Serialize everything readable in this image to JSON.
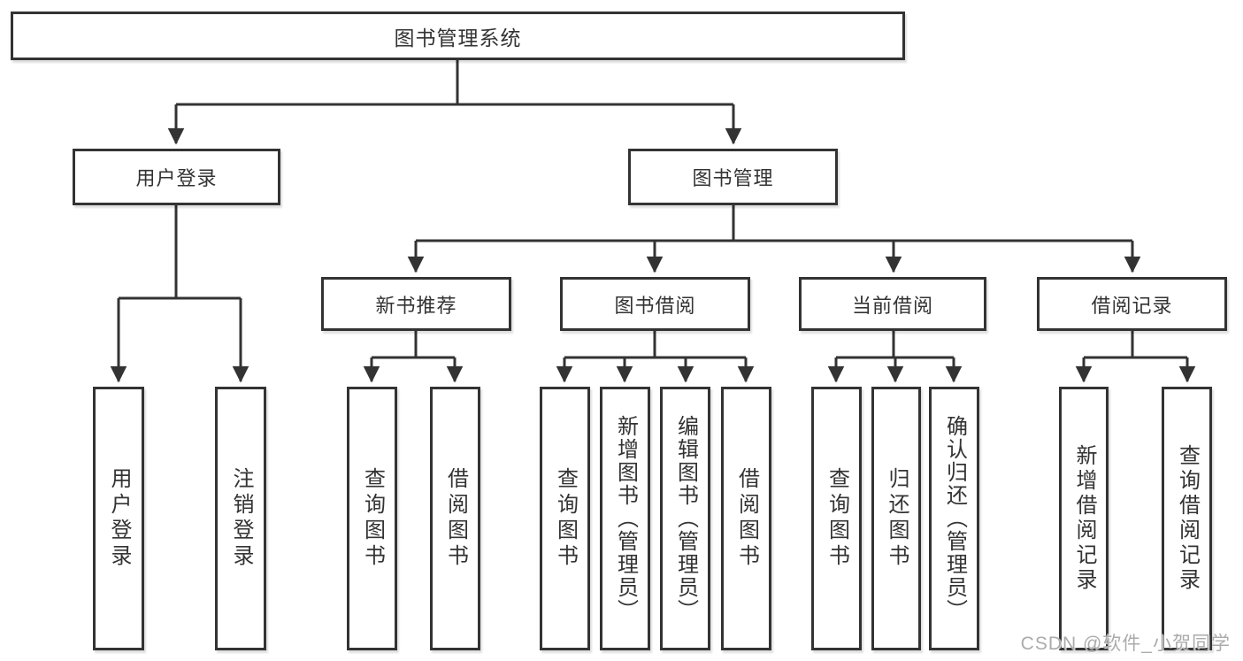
{
  "colors": {
    "line": "#333333",
    "text": "#333333",
    "box_bg": "#ffffff",
    "watermark": "#ababab"
  },
  "watermark": "CSDN @软件_小贺同学",
  "nodes": {
    "root": "图书管理系统",
    "user_login": "用户登录",
    "book_mgmt": "图书管理",
    "new_book_rec": "新书推荐",
    "book_borrow": "图书借阅",
    "current_borrow": "当前借阅",
    "borrow_record": "借阅记录",
    "leaf_user_login": "用户登录",
    "leaf_logout": "注销登录",
    "rec_query_book": "查询图书",
    "rec_borrow_book": "借阅图书",
    "bb_query_book": "查询图书",
    "bb_add_book": "新增图书（管理员）",
    "bb_edit_book": "编辑图书（管理员）",
    "bb_borrow_book": "借阅图书",
    "cb_query_book": "查询图书",
    "cb_return_book": "归还图书",
    "cb_confirm_return": "确认归还（管理员）",
    "br_add_record": "新增借阅记录",
    "br_query_record": "查询借阅记录"
  }
}
